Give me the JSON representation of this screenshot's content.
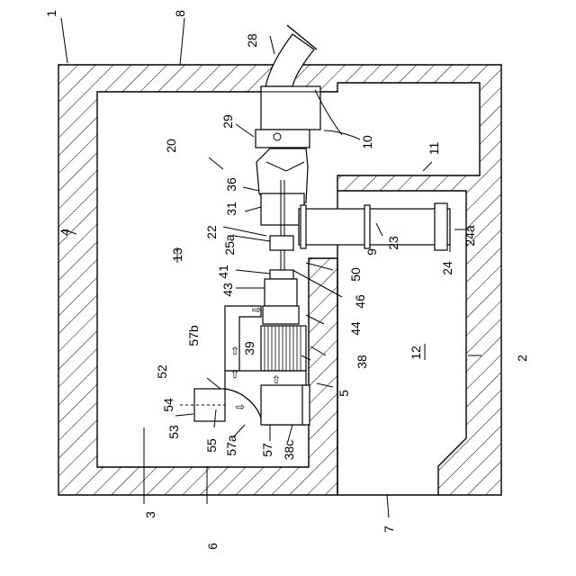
{
  "labels": {
    "l1": "1",
    "l2": "2",
    "l3": "3",
    "l4": "4",
    "l5": "5",
    "l6": "6",
    "l7": "7",
    "l8": "8",
    "l9": "9",
    "l10": "10",
    "l11": "11",
    "l12": "12",
    "l13": "13",
    "l20": "20",
    "l22": "22",
    "l23": "23",
    "l24": "24",
    "l24a": "24a",
    "l25a": "25a",
    "l28": "28",
    "l29": "29",
    "l31": "31",
    "l36": "36",
    "l38": "38",
    "l38c": "38c",
    "l39": "39",
    "l41": "41",
    "l43": "43",
    "l44": "44",
    "l46": "46",
    "l50": "50",
    "l52": "52",
    "l53": "53",
    "l54": "54",
    "l55": "55",
    "l57": "57",
    "l57a": "57a",
    "l57b": "57b"
  }
}
